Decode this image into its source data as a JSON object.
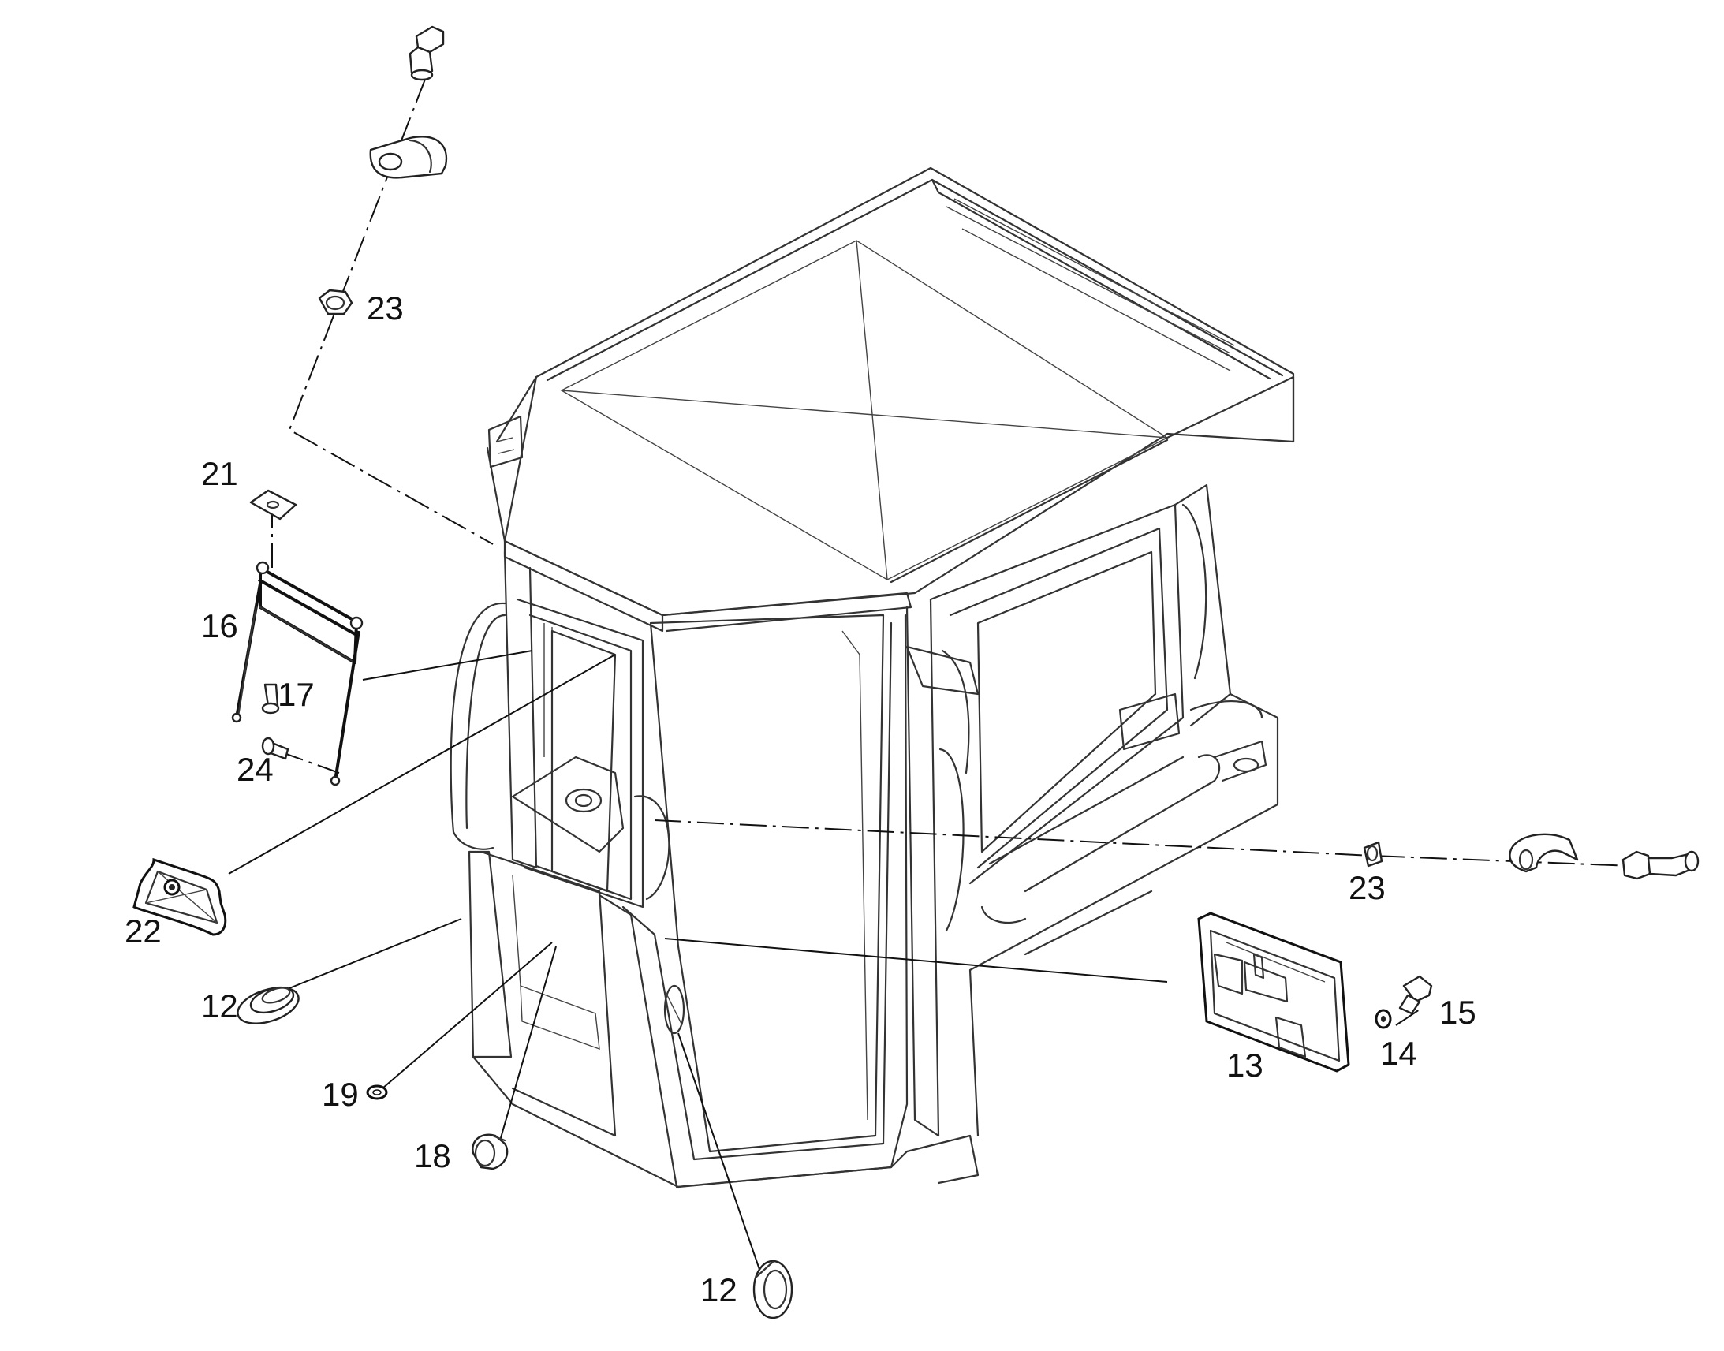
{
  "callouts": {
    "c23_top": "23",
    "c21": "21",
    "c16": "16",
    "c17": "17",
    "c24": "24",
    "c22": "22",
    "c12_left": "12",
    "c19": "19",
    "c18": "18",
    "c12_bottom": "12",
    "c13": "13",
    "c14": "14",
    "c15": "15",
    "c23_right": "23"
  },
  "icons": {
    "cab": "cab-frame-drawing",
    "mirror": "rear-view-mirror",
    "grommet": "grommet-ring",
    "bracket": "mounting-bracket",
    "bolt": "bolt",
    "nut": "hex-nut",
    "washer": "washer",
    "clip": "pipe-clip"
  }
}
